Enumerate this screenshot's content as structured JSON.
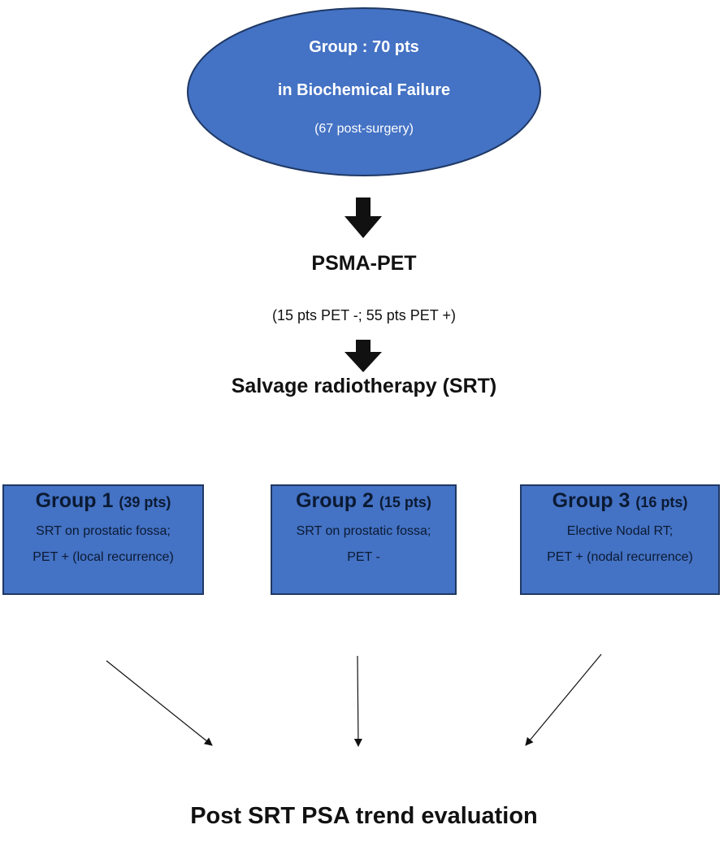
{
  "colors": {
    "node_fill": "#4472c4",
    "node_border": "#1f3864",
    "arrow": "#111111",
    "ellipse_text": "#ffffff"
  },
  "start_node": {
    "line1": "Group : 70 pts",
    "line2": "in Biochemical Failure",
    "line3": "(67 post-surgery)"
  },
  "step1": {
    "title": "PSMA-PET",
    "detail": "(15 pts PET -; 55 pts PET +)"
  },
  "step2": {
    "title": "Salvage radiotherapy (SRT)"
  },
  "groups": [
    {
      "title": "Group 1",
      "count": "(39 pts)",
      "line1": "SRT on prostatic fossa;",
      "line2": "PET + (local recurrence)"
    },
    {
      "title": "Group 2",
      "count": "(15 pts)",
      "line1": "SRT on prostatic fossa;",
      "line2": "PET -"
    },
    {
      "title": "Group 3",
      "count": "(16 pts)",
      "line1": "Elective Nodal RT;",
      "line2": "PET + (nodal recurrence)"
    }
  ],
  "outcome": {
    "title": "Post SRT PSA trend evaluation"
  }
}
